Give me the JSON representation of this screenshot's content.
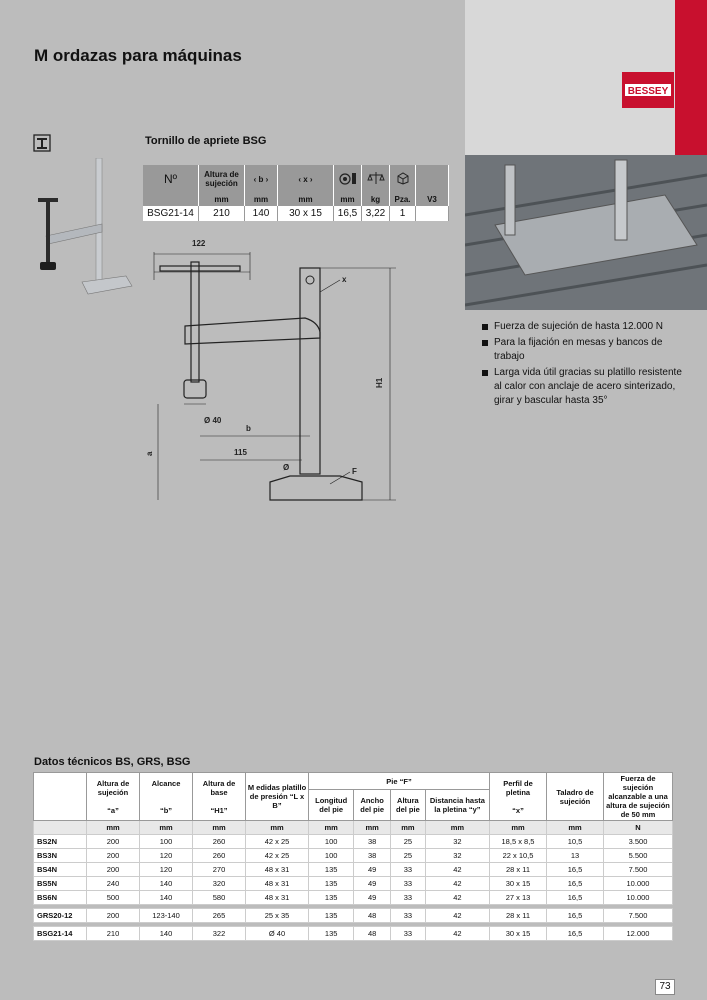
{
  "page_title": "M ordazas para máquinas",
  "brand": "BESSEY",
  "product": {
    "subtitle": "Tornillo de apriete BSG",
    "headers": [
      "Nº",
      "Altura de sujeción",
      "‹ b ›",
      "‹ x ›",
      "",
      "",
      "",
      ""
    ],
    "units": [
      "",
      "mm",
      "mm",
      "mm",
      "mm",
      "kg",
      "Pza.",
      "V3"
    ],
    "row": [
      "BSG21-14",
      "210",
      "140",
      "30 x 15",
      "16,5",
      "3,22",
      "1",
      ""
    ]
  },
  "drawing_labels": {
    "dim_122": "122",
    "dim_x": "x",
    "dim_h1": "H1",
    "dim_d40": "Ø 40",
    "dim_b": "b",
    "dim_a": "a",
    "dim_115": "115",
    "dim_phi": "Ø",
    "dim_f": "F"
  },
  "features": [
    "Fuerza de sujeción de hasta 12.000 N",
    "Para la fijación en mesas y bancos de trabajo",
    "Larga vida útil gracias su platillo resistente al calor con anclaje de acero sinterizado, girar y bascular hasta 35°"
  ],
  "tech": {
    "title": "Datos técnicos BS, GRS, BSG",
    "h_altura": "Altura de sujeción",
    "h_altura_sym": "“a”",
    "h_alcance": "Alcance",
    "h_alcance_sym": "“b”",
    "h_base": "Altura de base",
    "h_base_sym": "“H1”",
    "h_platillo": "M edidas platillo de presión “L x B”",
    "h_pie": "Pie “F”",
    "h_longitud": "Longitud del pie",
    "h_ancho": "Ancho del pie",
    "h_altura_pie": "Altura del pie",
    "h_distancia": "Distancia hasta la pletina “y”",
    "h_perfil": "Perfil de pletina",
    "h_perfil_sym": "“x”",
    "h_taladro": "Taladro de sujeción",
    "h_fuerza": "Fuerza de sujeción alcanzable a una altura de sujeción de 50 mm",
    "units": [
      "",
      "mm",
      "mm",
      "mm",
      "mm",
      "mm",
      "mm",
      "mm",
      "mm",
      "mm",
      "mm",
      "N"
    ],
    "rows": [
      [
        "BS2N",
        "200",
        "100",
        "260",
        "42 x 25",
        "100",
        "38",
        "25",
        "32",
        "18,5 x 8,5",
        "10,5",
        "3.500"
      ],
      [
        "BS3N",
        "200",
        "120",
        "260",
        "42 x 25",
        "100",
        "38",
        "25",
        "32",
        "22 x 10,5",
        "13",
        "5.500"
      ],
      [
        "BS4N",
        "200",
        "120",
        "270",
        "48 x 31",
        "135",
        "49",
        "33",
        "42",
        "28 x 11",
        "16,5",
        "7.500"
      ],
      [
        "BS5N",
        "240",
        "140",
        "320",
        "48 x 31",
        "135",
        "49",
        "33",
        "42",
        "30 x 15",
        "16,5",
        "10.000"
      ],
      [
        "BS6N",
        "500",
        "140",
        "580",
        "48 x 31",
        "135",
        "49",
        "33",
        "42",
        "27 x 13",
        "16,5",
        "10.000"
      ]
    ],
    "rows2": [
      [
        "GRS20-12",
        "200",
        "123-140",
        "265",
        "25 x 35",
        "135",
        "48",
        "33",
        "42",
        "28 x 11",
        "16,5",
        "7.500"
      ]
    ],
    "rows3": [
      [
        "BSG21-14",
        "210",
        "140",
        "322",
        "Ø 40",
        "135",
        "48",
        "33",
        "42",
        "30 x 15",
        "16,5",
        "12.000"
      ]
    ]
  },
  "page_number": "73"
}
